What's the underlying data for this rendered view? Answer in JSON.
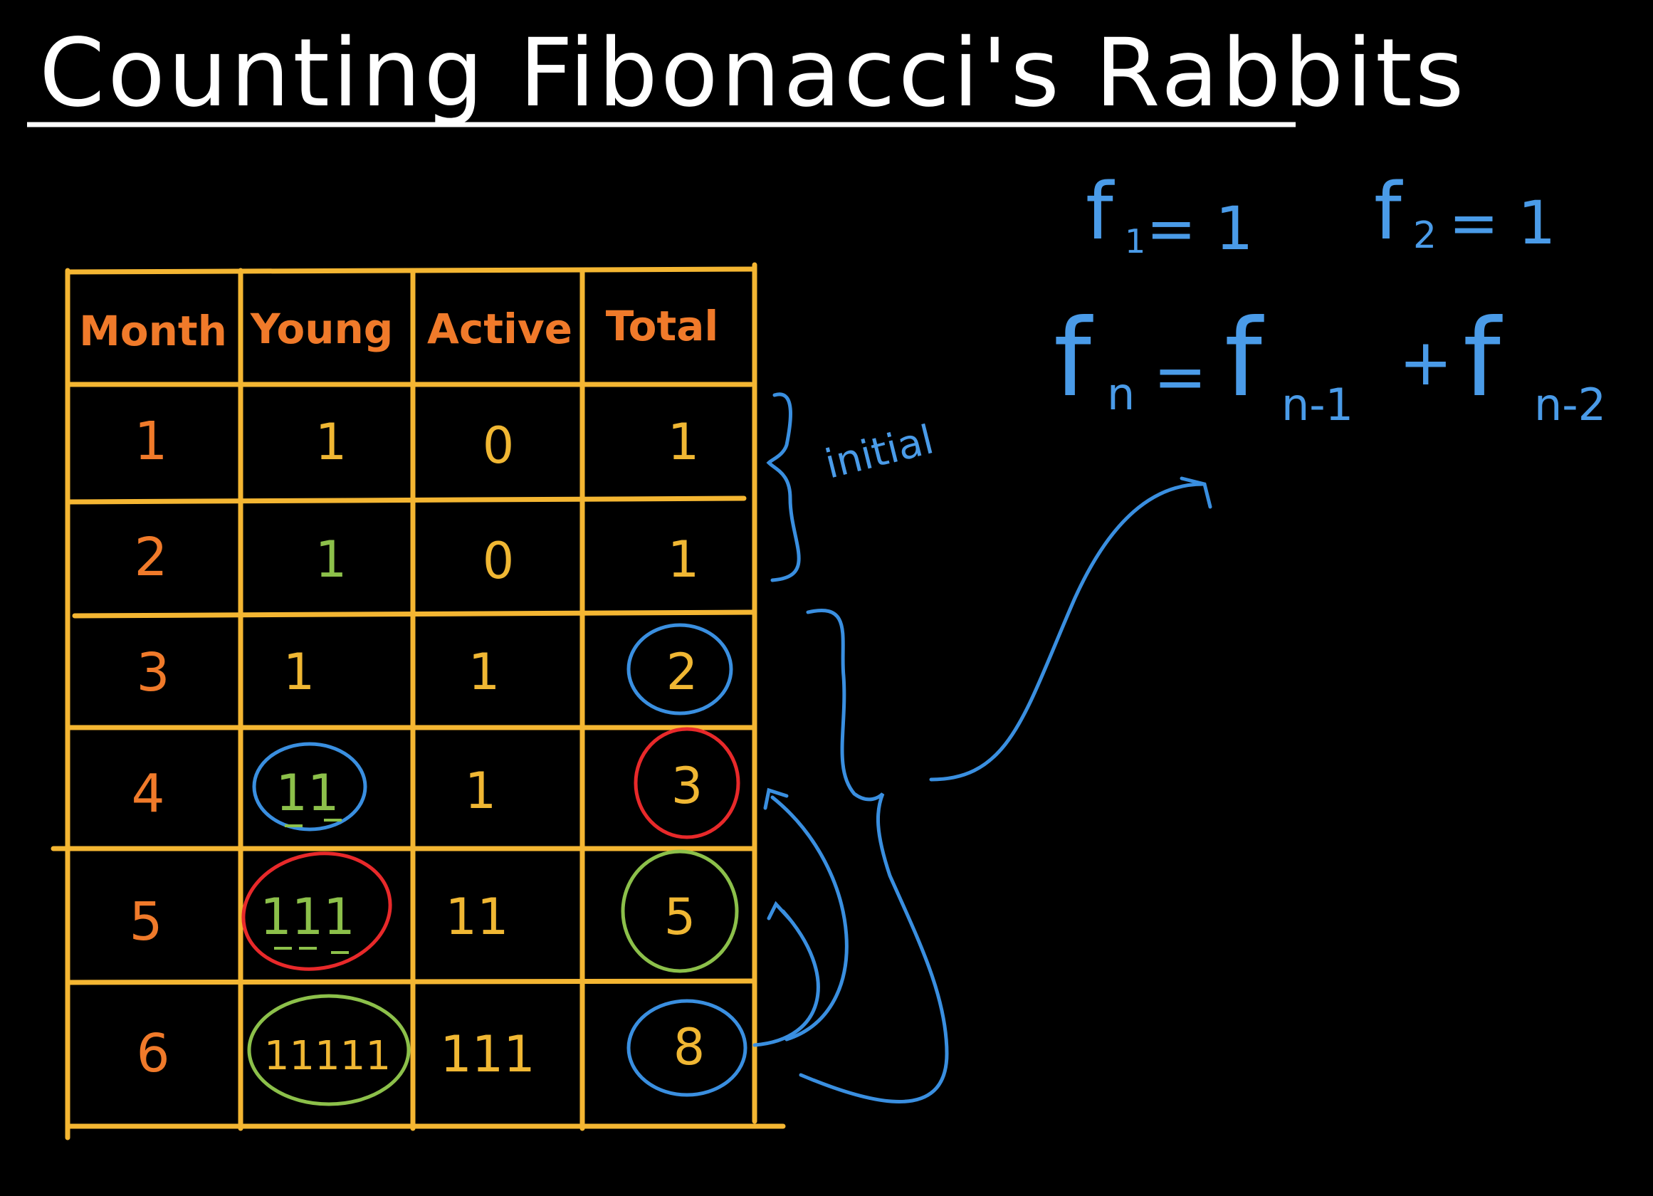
{
  "title": "Counting Fibonacci's Rabbits",
  "table": {
    "headers": [
      "Month",
      "Young",
      "Active",
      "Total"
    ],
    "rows": [
      {
        "month": "1",
        "young": "1",
        "active": "0",
        "total": "1"
      },
      {
        "month": "2",
        "young": "1",
        "active": "0",
        "total": "1"
      },
      {
        "month": "3",
        "young": "1",
        "active": "1",
        "total": "2"
      },
      {
        "month": "4",
        "young": "11",
        "active": "1",
        "total": "3"
      },
      {
        "month": "5",
        "young": "111",
        "active": "11",
        "total": "5"
      },
      {
        "month": "6",
        "young": "11111",
        "active": "111",
        "total": "8"
      }
    ]
  },
  "annotations": {
    "brace_label": "initial",
    "f1": "f",
    "f1_sub": "1",
    "f1_rhs": "= 1",
    "f2": "f",
    "f2_sub": "2",
    "f2_rhs": "= 1",
    "recurrence": {
      "lhs": "f",
      "lhs_sub": "n",
      "eq": "=",
      "t1": "f",
      "t1_sub": "n-1",
      "plus": "+",
      "t2": "f",
      "t2_sub": "n-2"
    }
  },
  "colors": {
    "background": "#000000",
    "grid": "#f4b632",
    "header_text": "#f07a2a",
    "cell_text": "#f0b733",
    "blue_ink": "#3a8fe0",
    "red_ink": "#e8292a",
    "green_ink": "#8cc04a",
    "title_ink": "#ffffff"
  }
}
